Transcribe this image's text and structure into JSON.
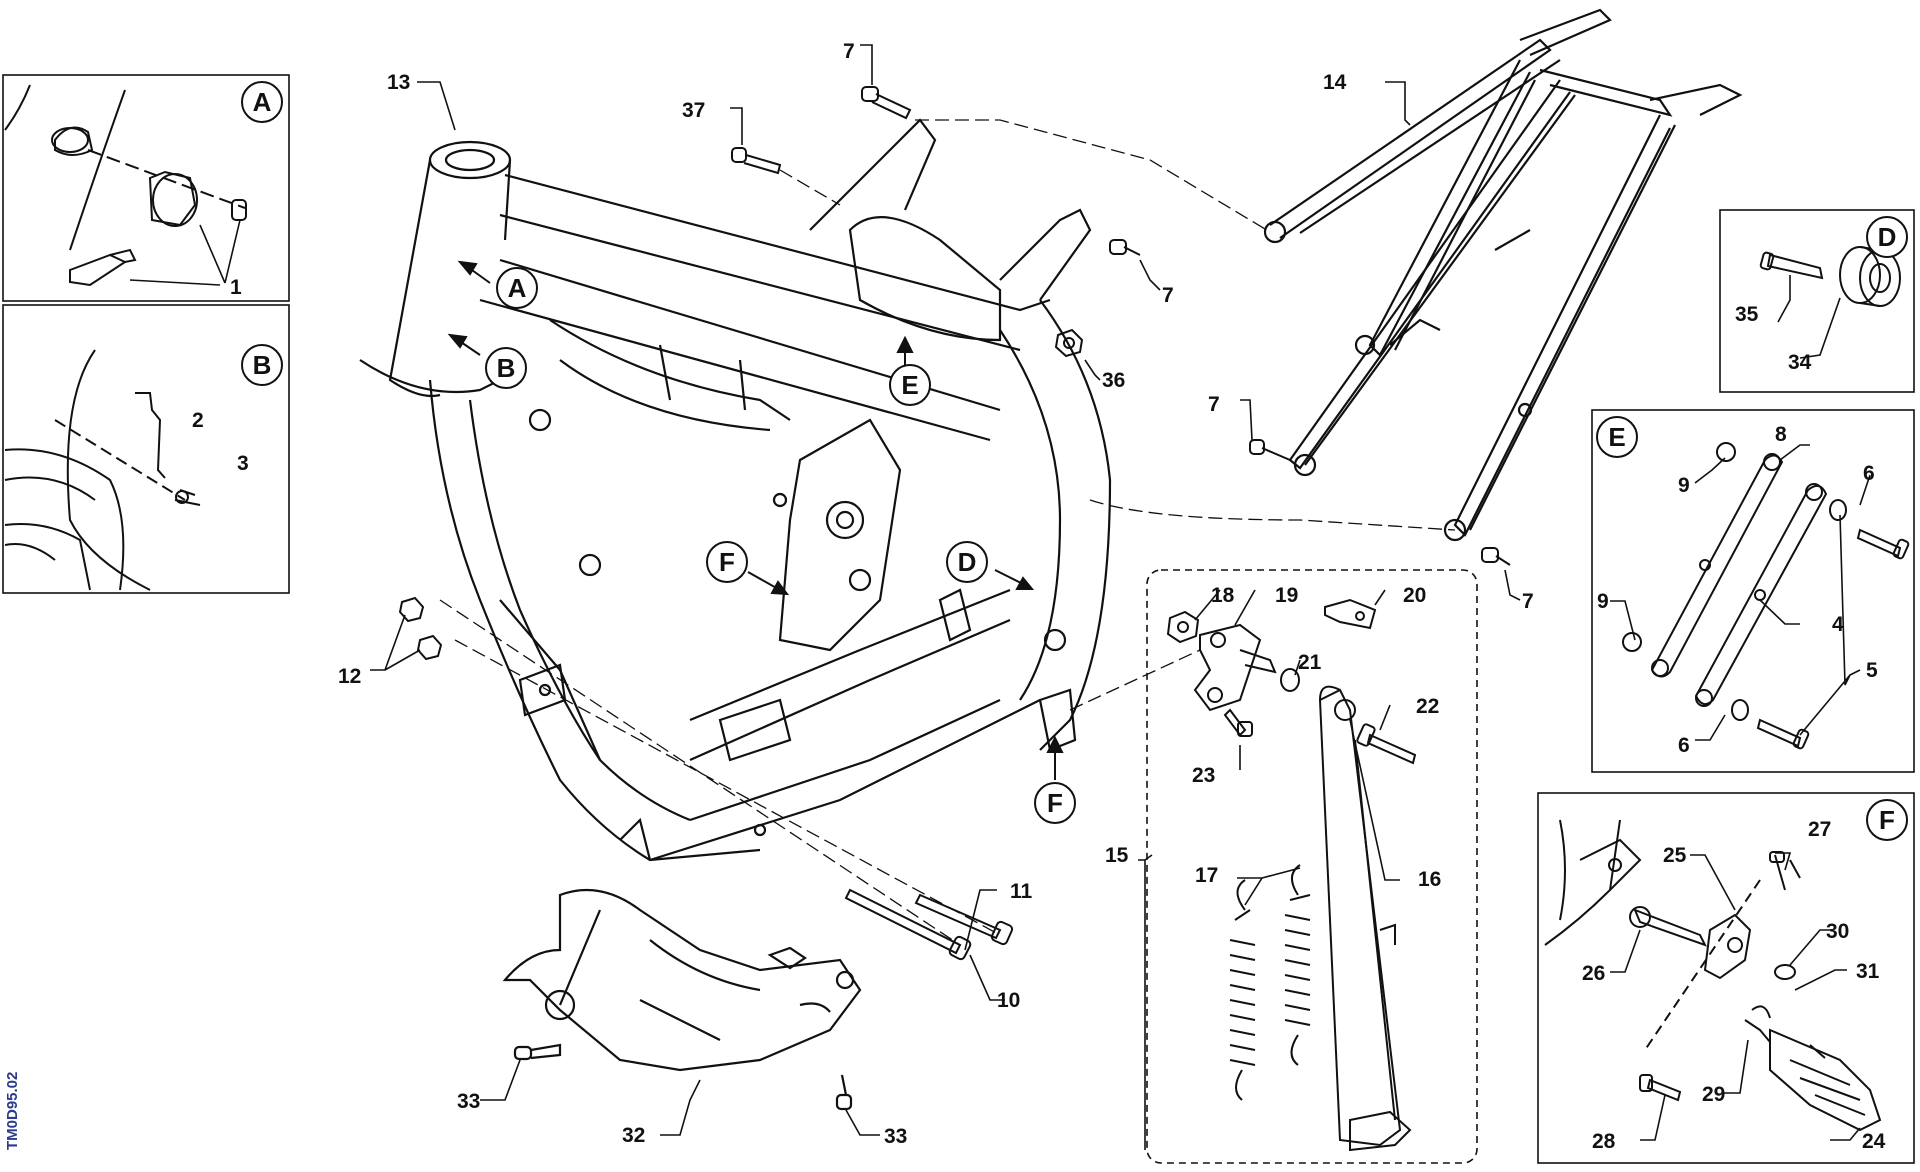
{
  "doc_code": "TM0D95.02",
  "inset_labels": [
    "A",
    "B",
    "D",
    "E",
    "F"
  ],
  "callout_labels": [
    "A",
    "B",
    "D",
    "E",
    "F",
    "F"
  ],
  "part_numbers": [
    "1",
    "2",
    "3",
    "4",
    "5",
    "6",
    "6",
    "7",
    "7",
    "7",
    "7",
    "8",
    "9",
    "9",
    "10",
    "11",
    "12",
    "13",
    "14",
    "15",
    "16",
    "17",
    "18",
    "19",
    "20",
    "21",
    "22",
    "23",
    "24",
    "25",
    "26",
    "27",
    "28",
    "29",
    "30",
    "31",
    "32",
    "33",
    "33",
    "34",
    "35",
    "36",
    "37"
  ],
  "colors": {
    "line": "#111111",
    "background": "#ffffff",
    "doc_code": "#2a3a8c"
  }
}
